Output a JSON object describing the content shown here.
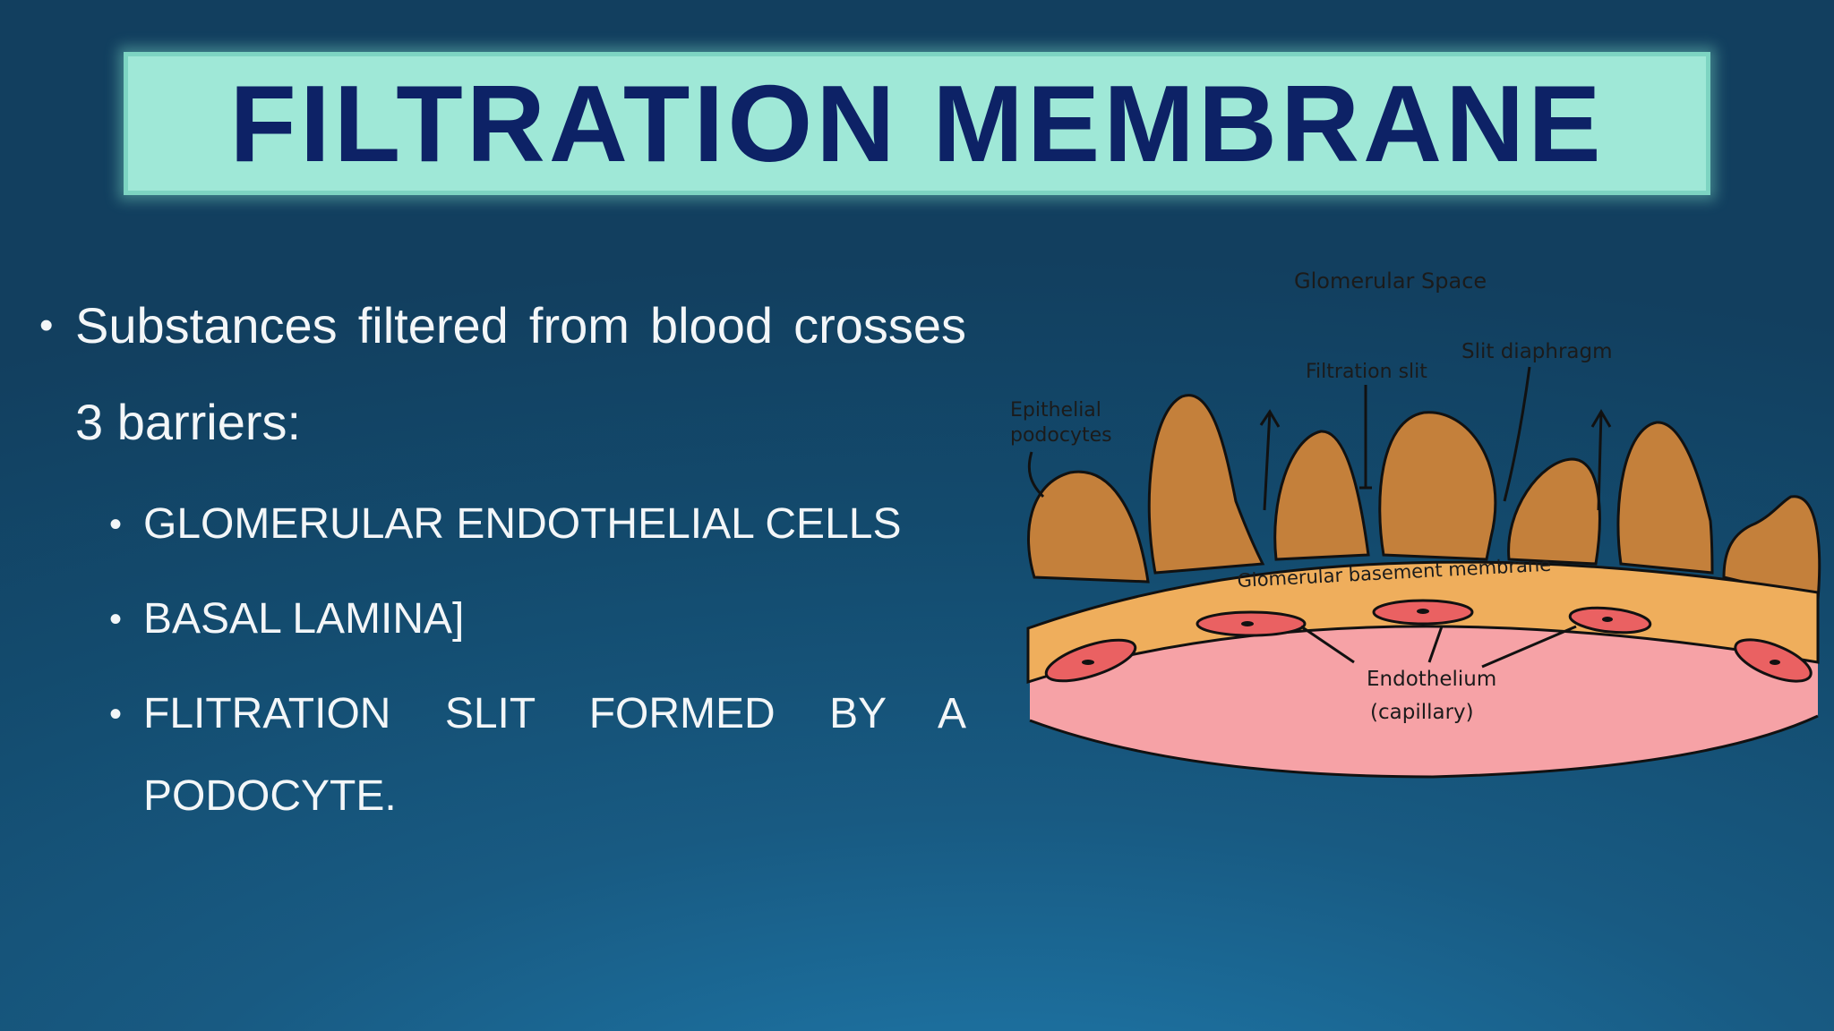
{
  "slide": {
    "title": "FILTRATION MEMBRANE"
  },
  "bullets": {
    "main": "Substances filtered from blood crosses 3 barriers:",
    "sub": [
      "GLOMERULAR ENDOTHELIAL CELLS",
      "BASAL LAMINA]",
      "FLITRATION SLIT FORMED BY A PODOCYTE."
    ]
  },
  "diagram": {
    "labels": {
      "glomerular_space": "Glomerular Space",
      "filtration_slit": "Filtration slit",
      "slit_diaphragm": "Slit diaphragm",
      "epithelial_line1": "Epithelial",
      "epithelial_line2": "podocytes",
      "basement_membrane": "Glomerular basement membrane",
      "endothelium_line1": "Endothelium",
      "endothelium_line2": "(capillary)"
    },
    "colors": {
      "podocyte": "#c4803b",
      "basement_membrane": "#efae5c",
      "capillary": "#f6a2a6",
      "endothelial_cell": "#ea6162",
      "outline": "#111111"
    }
  }
}
